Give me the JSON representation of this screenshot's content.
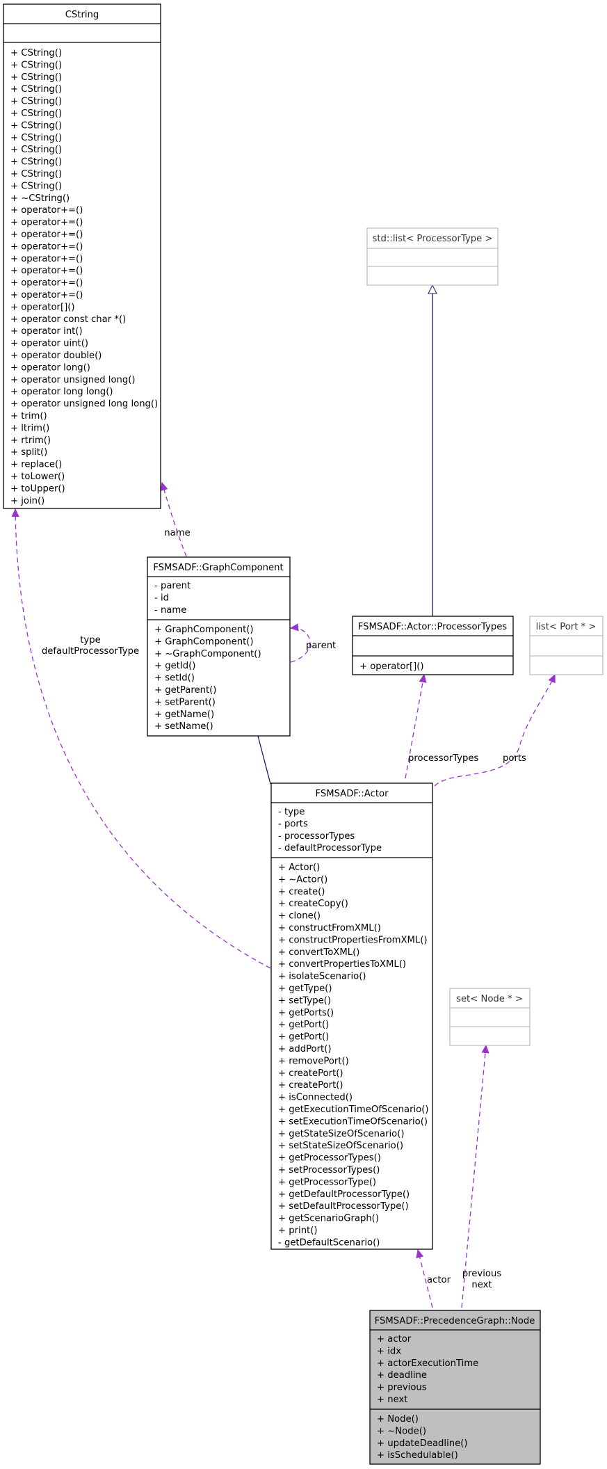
{
  "classes": {
    "cstring": {
      "title": "CString",
      "attributes": [],
      "methods": [
        "+ CString()",
        "+ CString()",
        "+ CString()",
        "+ CString()",
        "+ CString()",
        "+ CString()",
        "+ CString()",
        "+ CString()",
        "+ CString()",
        "+ CString()",
        "+ CString()",
        "+ CString()",
        "+ ~CString()",
        "+ operator+=()",
        "+ operator+=()",
        "+ operator+=()",
        "+ operator+=()",
        "+ operator+=()",
        "+ operator+=()",
        "+ operator+=()",
        "+ operator+=()",
        "+ operator[]()",
        "+ operator const char *()",
        "+ operator int()",
        "+ operator uint()",
        "+ operator double()",
        "+ operator long()",
        "+ operator unsigned long()",
        "+ operator long long()",
        "+ operator unsigned long long()",
        "+ trim()",
        "+ ltrim()",
        "+ rtrim()",
        "+ split()",
        "+ replace()",
        "+ toLower()",
        "+ toUpper()",
        "+ join()"
      ]
    },
    "std_list_processor_type": {
      "title": "std::list< ProcessorType >",
      "attributes": [],
      "methods": []
    },
    "graph_component": {
      "title": "FSMSADF::GraphComponent",
      "attributes": [
        "- parent",
        "- id",
        "- name"
      ],
      "methods": [
        "+ GraphComponent()",
        "+ GraphComponent()",
        "+ ~GraphComponent()",
        "+ getId()",
        "+ setId()",
        "+ getParent()",
        "+ setParent()",
        "+ getName()",
        "+ setName()"
      ]
    },
    "processor_types": {
      "title": "FSMSADF::Actor::ProcessorTypes",
      "attributes": [],
      "methods": [
        "+ operator[]()"
      ]
    },
    "list_port": {
      "title": "list< Port * >",
      "attributes": [],
      "methods": []
    },
    "actor": {
      "title": "FSMSADF::Actor",
      "attributes": [
        "- type",
        "- ports",
        "- processorTypes",
        "- defaultProcessorType"
      ],
      "methods": [
        "+ Actor()",
        "+ ~Actor()",
        "+ create()",
        "+ createCopy()",
        "+ clone()",
        "+ constructFromXML()",
        "+ constructPropertiesFromXML()",
        "+ convertToXML()",
        "+ convertPropertiesToXML()",
        "+ isolateScenario()",
        "+ getType()",
        "+ setType()",
        "+ getPorts()",
        "+ getPort()",
        "+ getPort()",
        "+ addPort()",
        "+ removePort()",
        "+ createPort()",
        "+ createPort()",
        "+ isConnected()",
        "+ getExecutionTimeOfScenario()",
        "+ setExecutionTimeOfScenario()",
        "+ getStateSizeOfScenario()",
        "+ setStateSizeOfScenario()",
        "+ getProcessorTypes()",
        "+ setProcessorTypes()",
        "+ getProcessorType()",
        "+ getDefaultProcessorType()",
        "+ setDefaultProcessorType()",
        "+ getScenarioGraph()",
        "+ print()",
        "- getDefaultScenario()"
      ]
    },
    "set_node": {
      "title": "set< Node * >",
      "attributes": [],
      "methods": []
    },
    "node": {
      "title": "FSMSADF::PrecedenceGraph::Node",
      "attributes": [
        "+ actor",
        "+ idx",
        "+ actorExecutionTime",
        "+ deadline",
        "+ previous",
        "+ next"
      ],
      "methods": [
        "+ Node()",
        "+ ~Node()",
        "+ updateDeadline()",
        "+ isSchedulable()"
      ]
    }
  },
  "edge_labels": {
    "name": "name",
    "parent": "parent",
    "type": "type",
    "default_processor_type": "defaultProcessorType",
    "processor_types": "processorTypes",
    "ports": "ports",
    "actor": "actor",
    "previous": "previous",
    "next": "next"
  },
  "colors": {
    "inheritance": "#191970",
    "usage": "#9a32cd",
    "box_border": "#000000",
    "box_border_external": "#bfbfbf",
    "highlight_fill": "#bfbfbf"
  }
}
